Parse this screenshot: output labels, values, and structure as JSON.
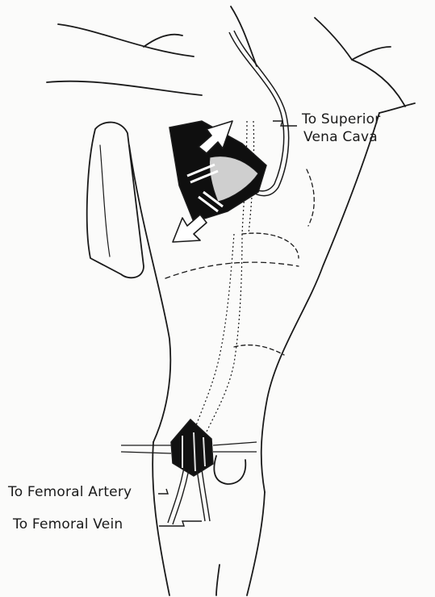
{
  "labels": {
    "svc_line1": "To Superior",
    "svc_line2": "Vena Cava",
    "femoral_artery": "To Femoral Artery",
    "femoral_vein": "To Femoral Vein"
  }
}
